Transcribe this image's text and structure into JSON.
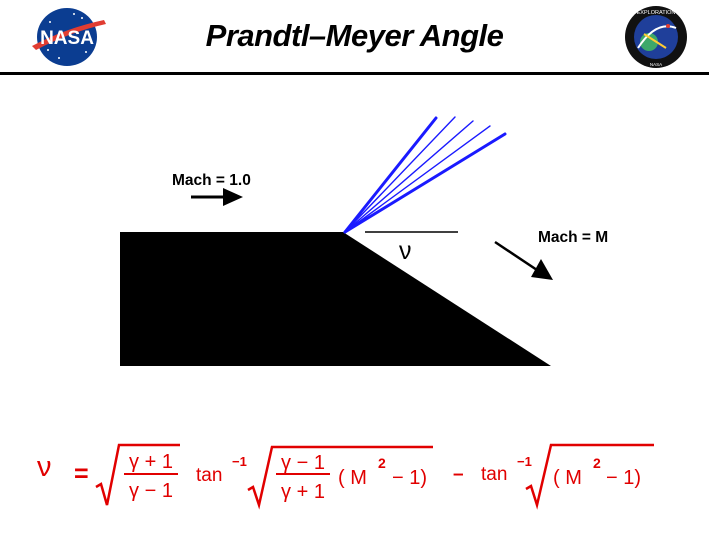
{
  "header": {
    "title": "Prandtl–Meyer  Angle",
    "nasa_logo_text": "NASA",
    "exploration_logo_text": "EXPLORATION",
    "exploration_logo_sub": "NASA"
  },
  "diagram": {
    "upstream_label": "Mach = 1.0",
    "downstream_label": "Mach = M",
    "angle_symbol": "ν",
    "colors": {
      "body": "#000000",
      "fan": "#1a1aff"
    }
  },
  "equation": {
    "lhs": "ν",
    "equals": "=",
    "frac1_num": "γ + 1",
    "frac1_den": "γ − 1",
    "tan1": "tan",
    "tan_exp": "−1",
    "frac2_num": "γ − 1",
    "frac2_den": "γ + 1",
    "paren_open": "( M",
    "m_exp": "2",
    "paren_close": "− 1)",
    "minus": "–",
    "tan2": "tan",
    "colors": {
      "text": "#e10000"
    }
  }
}
